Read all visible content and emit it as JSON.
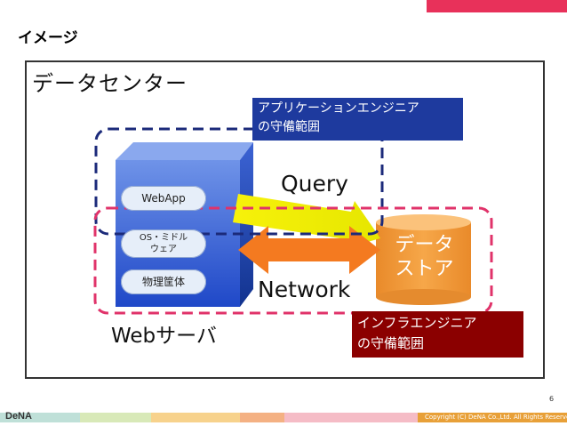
{
  "slide_title": "イメージ",
  "datacenter_label": "データセンター",
  "app_engineer_scope": [
    "アプリケーションエンジニア",
    "の守備範囲"
  ],
  "infra_engineer_scope": [
    "インフラエンジニア",
    "の守備範囲"
  ],
  "server_layers": {
    "webapp": "WebApp",
    "middleware": [
      "OS・ミドル",
      "ウェア"
    ],
    "hardware": "物理筐体"
  },
  "server_label": "Webサーバ",
  "query_label": "Query",
  "network_label": "Network",
  "datastore_label": [
    "データ",
    "ストア"
  ],
  "page_number": "6",
  "copyright": "Copyright (C) DeNA Co.,Ltd. All Rights Reserved.",
  "logo_text": "DeNA",
  "colors": {
    "app_scope": "#1e3a9e",
    "infra_scope": "#8b0000",
    "infra_outline": "#e0336a",
    "server_box": "#2f5fd6",
    "datastore": "#f59a3a",
    "query_arrow": "#f0f000",
    "network_arrow": "#f47a20"
  }
}
